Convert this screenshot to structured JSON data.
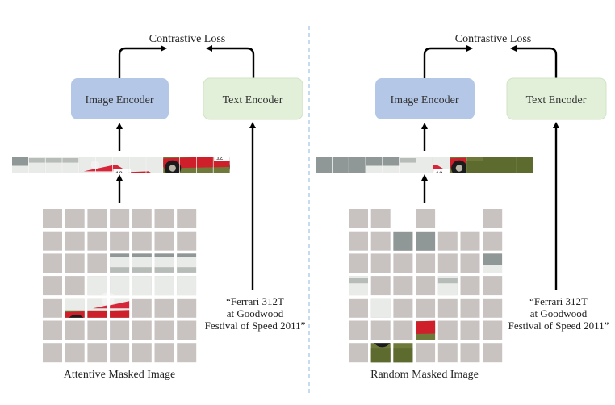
{
  "panels": [
    {
      "loss_label": "Contrastive Loss",
      "image_encoder_label": "Image Encoder",
      "text_encoder_label": "Text Encoder",
      "caption": [
        "“Ferrari 312T",
        "at Goodwood",
        "Festival of Speed 2011”"
      ],
      "image_label": "Attentive Masked Image"
    },
    {
      "loss_label": "Contrastive Loss",
      "image_encoder_label": "Image Encoder",
      "text_encoder_label": "Text Encoder",
      "caption": [
        "“Ferrari 312T",
        "at Goodwood",
        "Festival of Speed 2011”"
      ],
      "image_label": "Random Masked Image"
    }
  ],
  "colors": {
    "image_encoder": "#b4c7e7",
    "text_encoder": "#e2f0d9",
    "masked_patch": "#c8c3c1",
    "divider": "#9dc3e6"
  },
  "icons": [
    "arrow-icon"
  ]
}
